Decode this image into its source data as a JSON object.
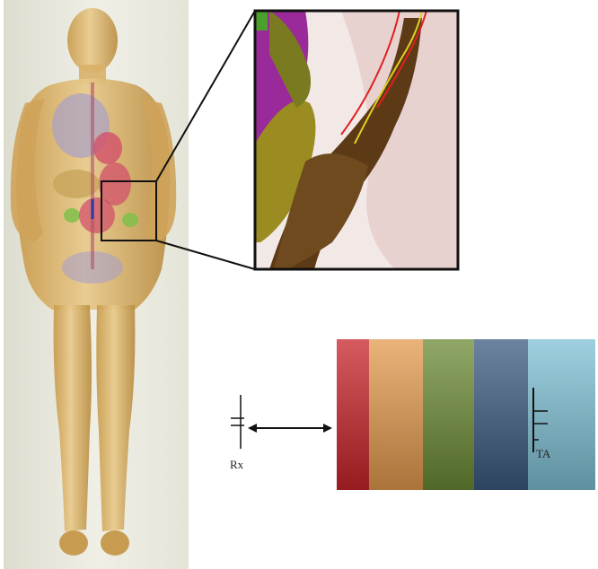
{
  "labels": {
    "receiver": "Rx",
    "transmitter": "TA"
  },
  "tissue_layers": [
    {
      "name": "red-layer",
      "color": "#c8242a"
    },
    {
      "name": "orange-layer",
      "color": "#e29a4e"
    },
    {
      "name": "green-layer",
      "color": "#6b8a36"
    },
    {
      "name": "blue-layer",
      "color": "#3c5a80"
    },
    {
      "name": "light-blue-layer",
      "color": "#7fc0d4"
    }
  ],
  "colors": {
    "body": "#d9b46a",
    "zoom_frame": "#111111",
    "background_panel": "#e9e9df"
  }
}
